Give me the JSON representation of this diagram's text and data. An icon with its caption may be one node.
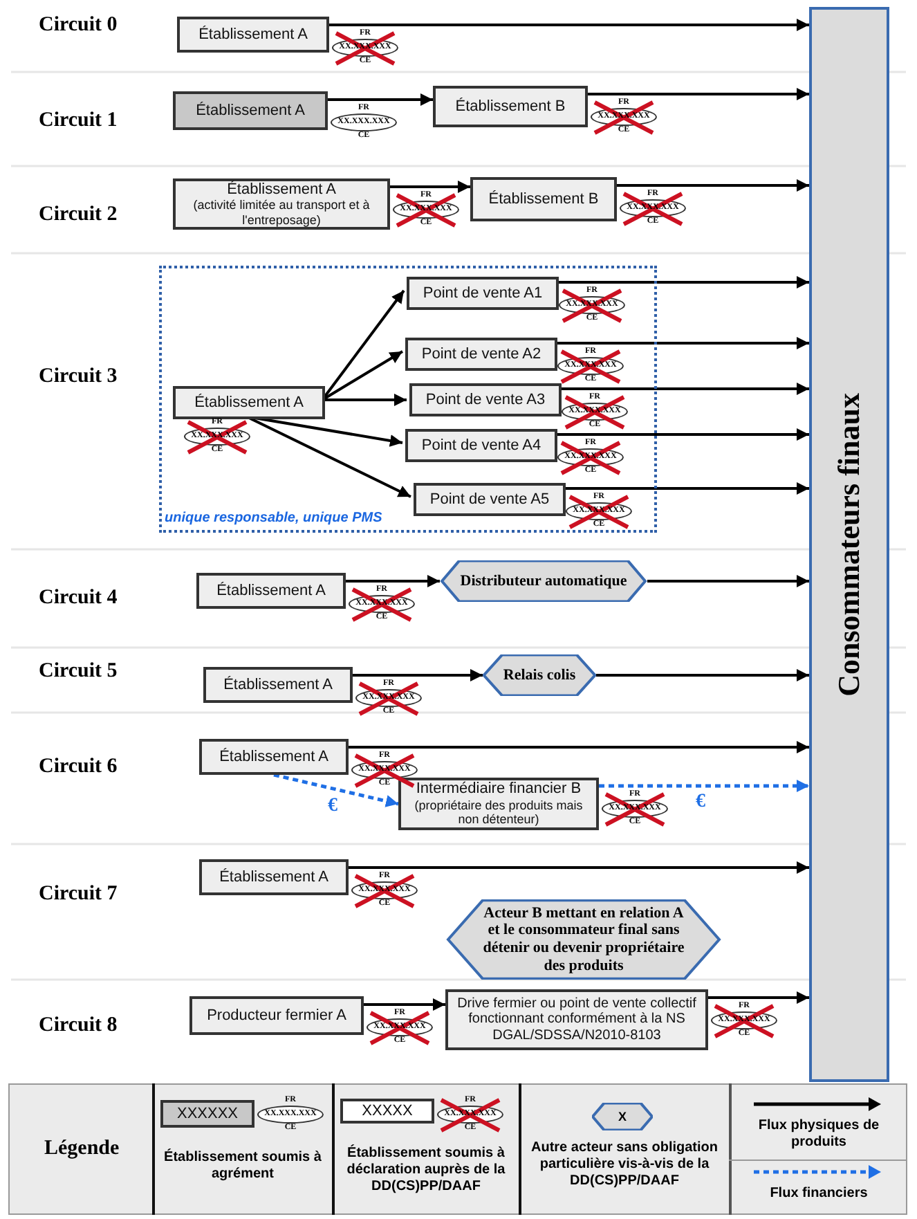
{
  "diagram": {
    "nodes": [
      {
        "text": [
          "Établissement A"
        ],
        "beside": [
          "FR",
          "XX.XXX.XXX",
          "CE"
        ]
      },
      {
        "text": [
          "Établissement A"
        ],
        "beside": [
          "FR",
          "XX.XXX.XXX",
          "CE"
        ]
      },
      {
        "text": [
          "Établissement B"
        ],
        "beside": [
          "FR",
          "XX.XXX.XXX",
          "CE"
        ]
      },
      {
        "text": [
          "Établissement A",
          "(activité limitée au transport et à l'entreposage)"
        ],
        "beside": [
          "FR",
          "XX.XXX.XXX",
          "CE"
        ]
      },
      {
        "text": [
          "Établissement B"
        ],
        "beside": [
          "FR",
          "XX.XXX.XXX",
          "CE"
        ]
      },
      {
        "text": [
          "unique responsable, unique PMS"
        ]
      },
      {
        "text": [
          "Établissement A"
        ],
        "beside": [
          "FR",
          "XX.XXX.XXX",
          "CE"
        ],
        "in": 5
      },
      {
        "text": [
          "Point de vente A1"
        ],
        "beside": [
          "FR",
          "XX.XXX.XXX",
          "CE"
        ],
        "in": 5
      },
      {
        "text": [
          "Point de vente A2"
        ],
        "beside": [
          "FR",
          "XX.XXX.XXX",
          "CE"
        ],
        "in": 5
      },
      {
        "text": [
          "Point de vente A3"
        ],
        "beside": [
          "FR",
          "XX.XXX.XXX",
          "CE"
        ],
        "in": 5
      },
      {
        "text": [
          "Point de vente A4"
        ],
        "beside": [
          "FR",
          "XX.XXX.XXX",
          "CE"
        ],
        "in": 5
      },
      {
        "text": [
          "Point de vente A5"
        ],
        "beside": [
          "FR",
          "XX.XXX.XXX",
          "CE"
        ],
        "in": 5
      },
      {
        "text": [
          "Établissement A"
        ],
        "beside": [
          "FR",
          "XX.XXX.XXX",
          "CE"
        ]
      },
      {
        "text": [
          "Distributeur automatique"
        ]
      },
      {
        "text": [
          "Établissement A"
        ],
        "beside": [
          "FR",
          "XX.XXX.XXX",
          "CE"
        ]
      },
      {
        "text": [
          "Relais colis"
        ]
      },
      {
        "text": [
          "Établissement A"
        ],
        "beside": [
          "FR",
          "XX.XXX.XXX",
          "CE"
        ]
      },
      {
        "text": [
          "Intermédiaire financier B",
          "(propriétaire des produits mais non détenteur)"
        ],
        "beside": [
          "FR",
          "XX.XXX.XXX",
          "CE"
        ]
      },
      {
        "text": [
          "Établissement A"
        ],
        "beside": [
          "FR",
          "XX.XXX.XXX",
          "CE"
        ]
      },
      {
        "text": [
          "Acteur B mettant en relation A et le consommateur final sans détenir ou devenir propriétaire des produits"
        ]
      },
      {
        "text": [
          "Producteur fermier A"
        ],
        "beside": [
          "FR",
          "XX.XXX.XXX",
          "CE"
        ]
      },
      {
        "text": [
          "Drive fermier ou point de vente collectif fonctionnant conformément à la NS DGAL/SDSSA/N2010-8103"
        ],
        "beside": [
          "FR",
          "XX.XXX.XXX",
          "CE"
        ]
      },
      {
        "text": [
          "Consommateurs finaux"
        ]
      }
    ],
    "edges": [
      {
        "from": 0,
        "to": 22,
        "arrow": "to"
      },
      {
        "from": 1,
        "to": 2,
        "arrow": "to"
      },
      {
        "from": 2,
        "to": 22,
        "arrow": "to"
      },
      {
        "from": 3,
        "to": 4,
        "arrow": "to"
      },
      {
        "from": 4,
        "to": 22,
        "arrow": "to"
      },
      {
        "from": 6,
        "to": 7,
        "arrow": "to"
      },
      {
        "from": 6,
        "to": 8,
        "arrow": "to"
      },
      {
        "from": 6,
        "to": 9,
        "arrow": "to"
      },
      {
        "from": 6,
        "to": 10,
        "arrow": "to"
      },
      {
        "from": 6,
        "to": 11,
        "arrow": "to"
      },
      {
        "from": 7,
        "to": 22,
        "arrow": "to"
      },
      {
        "from": 8,
        "to": 22,
        "arrow": "to"
      },
      {
        "from": 9,
        "to": 22,
        "arrow": "to"
      },
      {
        "from": 10,
        "to": 22,
        "arrow": "to"
      },
      {
        "from": 11,
        "to": 22,
        "arrow": "to"
      },
      {
        "from": 12,
        "to": 13,
        "arrow": "to"
      },
      {
        "from": 13,
        "to": 22,
        "arrow": "to"
      },
      {
        "from": 14,
        "to": 15,
        "arrow": "to"
      },
      {
        "from": 15,
        "to": 22,
        "arrow": "to"
      },
      {
        "from": 16,
        "to": 22,
        "arrow": "to"
      },
      {
        "from": 16,
        "to": 17,
        "arrow": "to",
        "label": "€",
        "style": "dashed",
        "color": "#1f6fe5"
      },
      {
        "from": 17,
        "to": 22,
        "arrow": "to",
        "label": "€",
        "style": "dashed",
        "color": "#1f6fe5"
      },
      {
        "from": 18,
        "to": 22,
        "arrow": "to"
      },
      {
        "from": 20,
        "to": 21,
        "arrow": "to"
      },
      {
        "from": 21,
        "to": 22,
        "arrow": "to"
      }
    ],
    "labels": [
      "Circuit 0",
      "Circuit 1",
      "Circuit 2",
      "Circuit 3",
      "Circuit 4",
      "Circuit 5",
      "Circuit 6",
      "Circuit 7",
      "Circuit 8",
      "Légende",
      "XXXXXX",
      "FR",
      "XX.XXX.XXX",
      "CE",
      "XXXXX",
      "FR",
      "XX.XXX.XXX",
      "CE",
      "X"
    ],
    "legend": [
      {
        "text": "Établissement soumis à agrément"
      },
      {
        "text": "Établissement soumis à déclaration auprès de la DD(CS)PP/DAAF"
      },
      {
        "text": "Autre acteur sans obligation particulière vis-à-vis de la DD(CS)PP/DAAF"
      },
      {
        "text": "Flux physiques de produits"
      },
      {
        "text": "Flux financiers"
      }
    ]
  }
}
